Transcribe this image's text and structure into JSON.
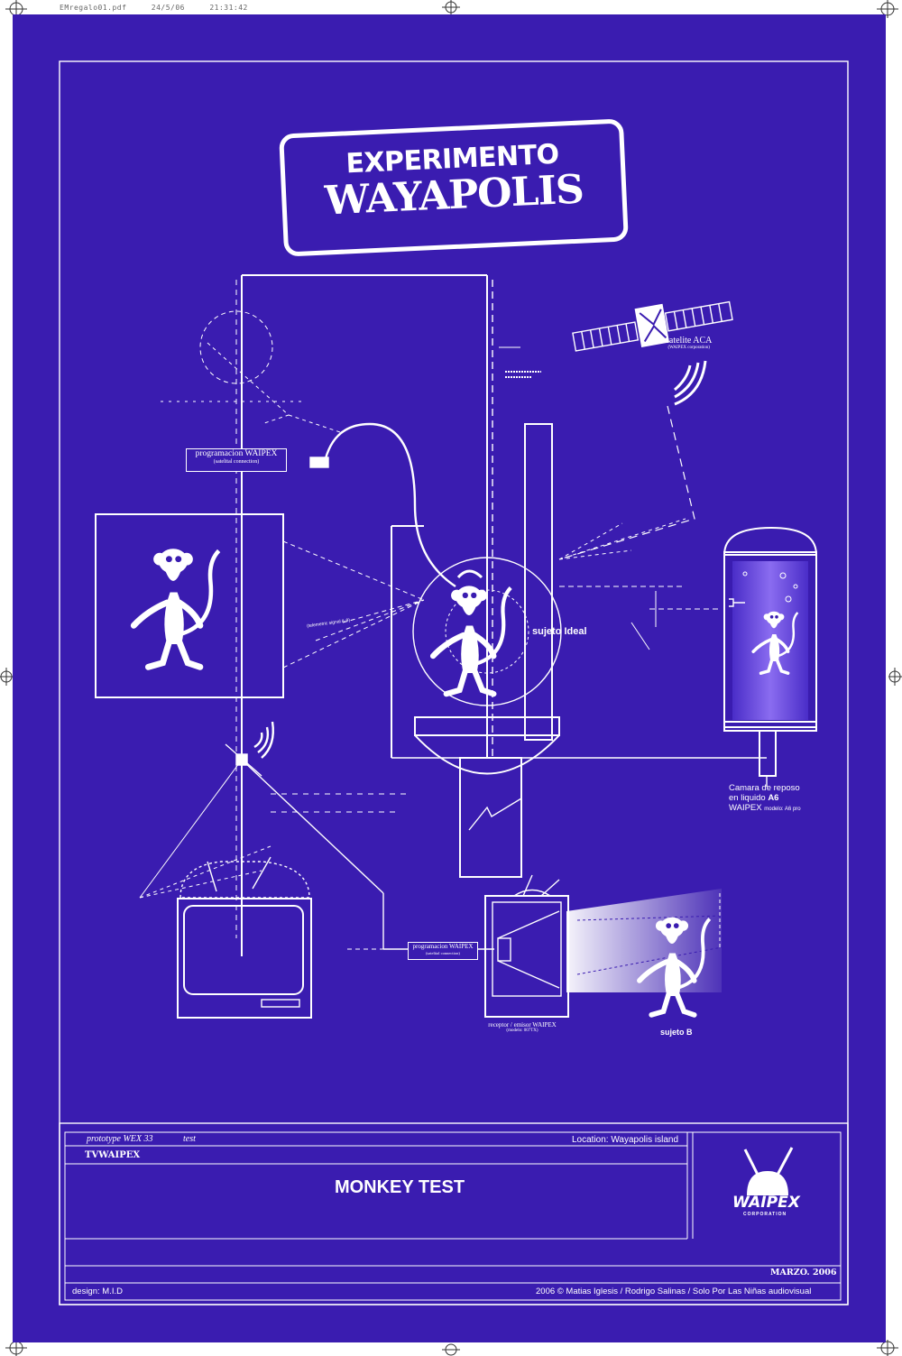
{
  "file_header": {
    "filename": "EMregalo01.pdf",
    "date": "24/5/06",
    "time": "21:31:42"
  },
  "title": {
    "line1": "EXPERIMENTO",
    "line2": "WAYAPOLIS"
  },
  "labels": {
    "programacion_top": {
      "main": "programacion WAIPEX",
      "sub": "(satelital connection)"
    },
    "programacion_bottom": {
      "main": "programacion WAIPEX",
      "sub": "(satelital connection)"
    },
    "satellite": {
      "main": "satelite ACA",
      "sub": "(WAIPEX corporation)"
    },
    "sujeto_ideal": "sujeto Ideal",
    "camara": {
      "line1": "Camara de reposo",
      "line2_prefix": "en liquido",
      "line2_code": "A6",
      "line3_prefix": "WAIPEX",
      "line3_model": "modelo: A6 pro"
    },
    "receptor": {
      "main": "receptor / emisor WAIPEX",
      "sub": "(modelo: 007TX)"
    },
    "sujeto_b": "sujeto B",
    "small_note": "(telemetric signal A-9)"
  },
  "title_block": {
    "prototype": "prototype WEX 33",
    "test": "test",
    "location": "Location: Wayapolis island",
    "code": "TVWAIPEX",
    "main_title": "MONKEY TEST",
    "date": "MARZO. 2006",
    "design": "design: M.I.D",
    "credits": "2006 © Matias Iglesis / Rodrigo Salinas / Solo Por Las Niñas audiovisual",
    "logo_name": "WAIPEX",
    "logo_sub": "CORPORATION"
  },
  "icons": [
    "registration-mark-icon",
    "satellite-icon",
    "signal-waves-icon",
    "monkey-figure-icon",
    "television-icon",
    "projector-icon",
    "waipex-logo-icon"
  ],
  "colors": {
    "background": "#3a1cb0",
    "lines": "#ffffff",
    "paper": "#ffffff"
  }
}
